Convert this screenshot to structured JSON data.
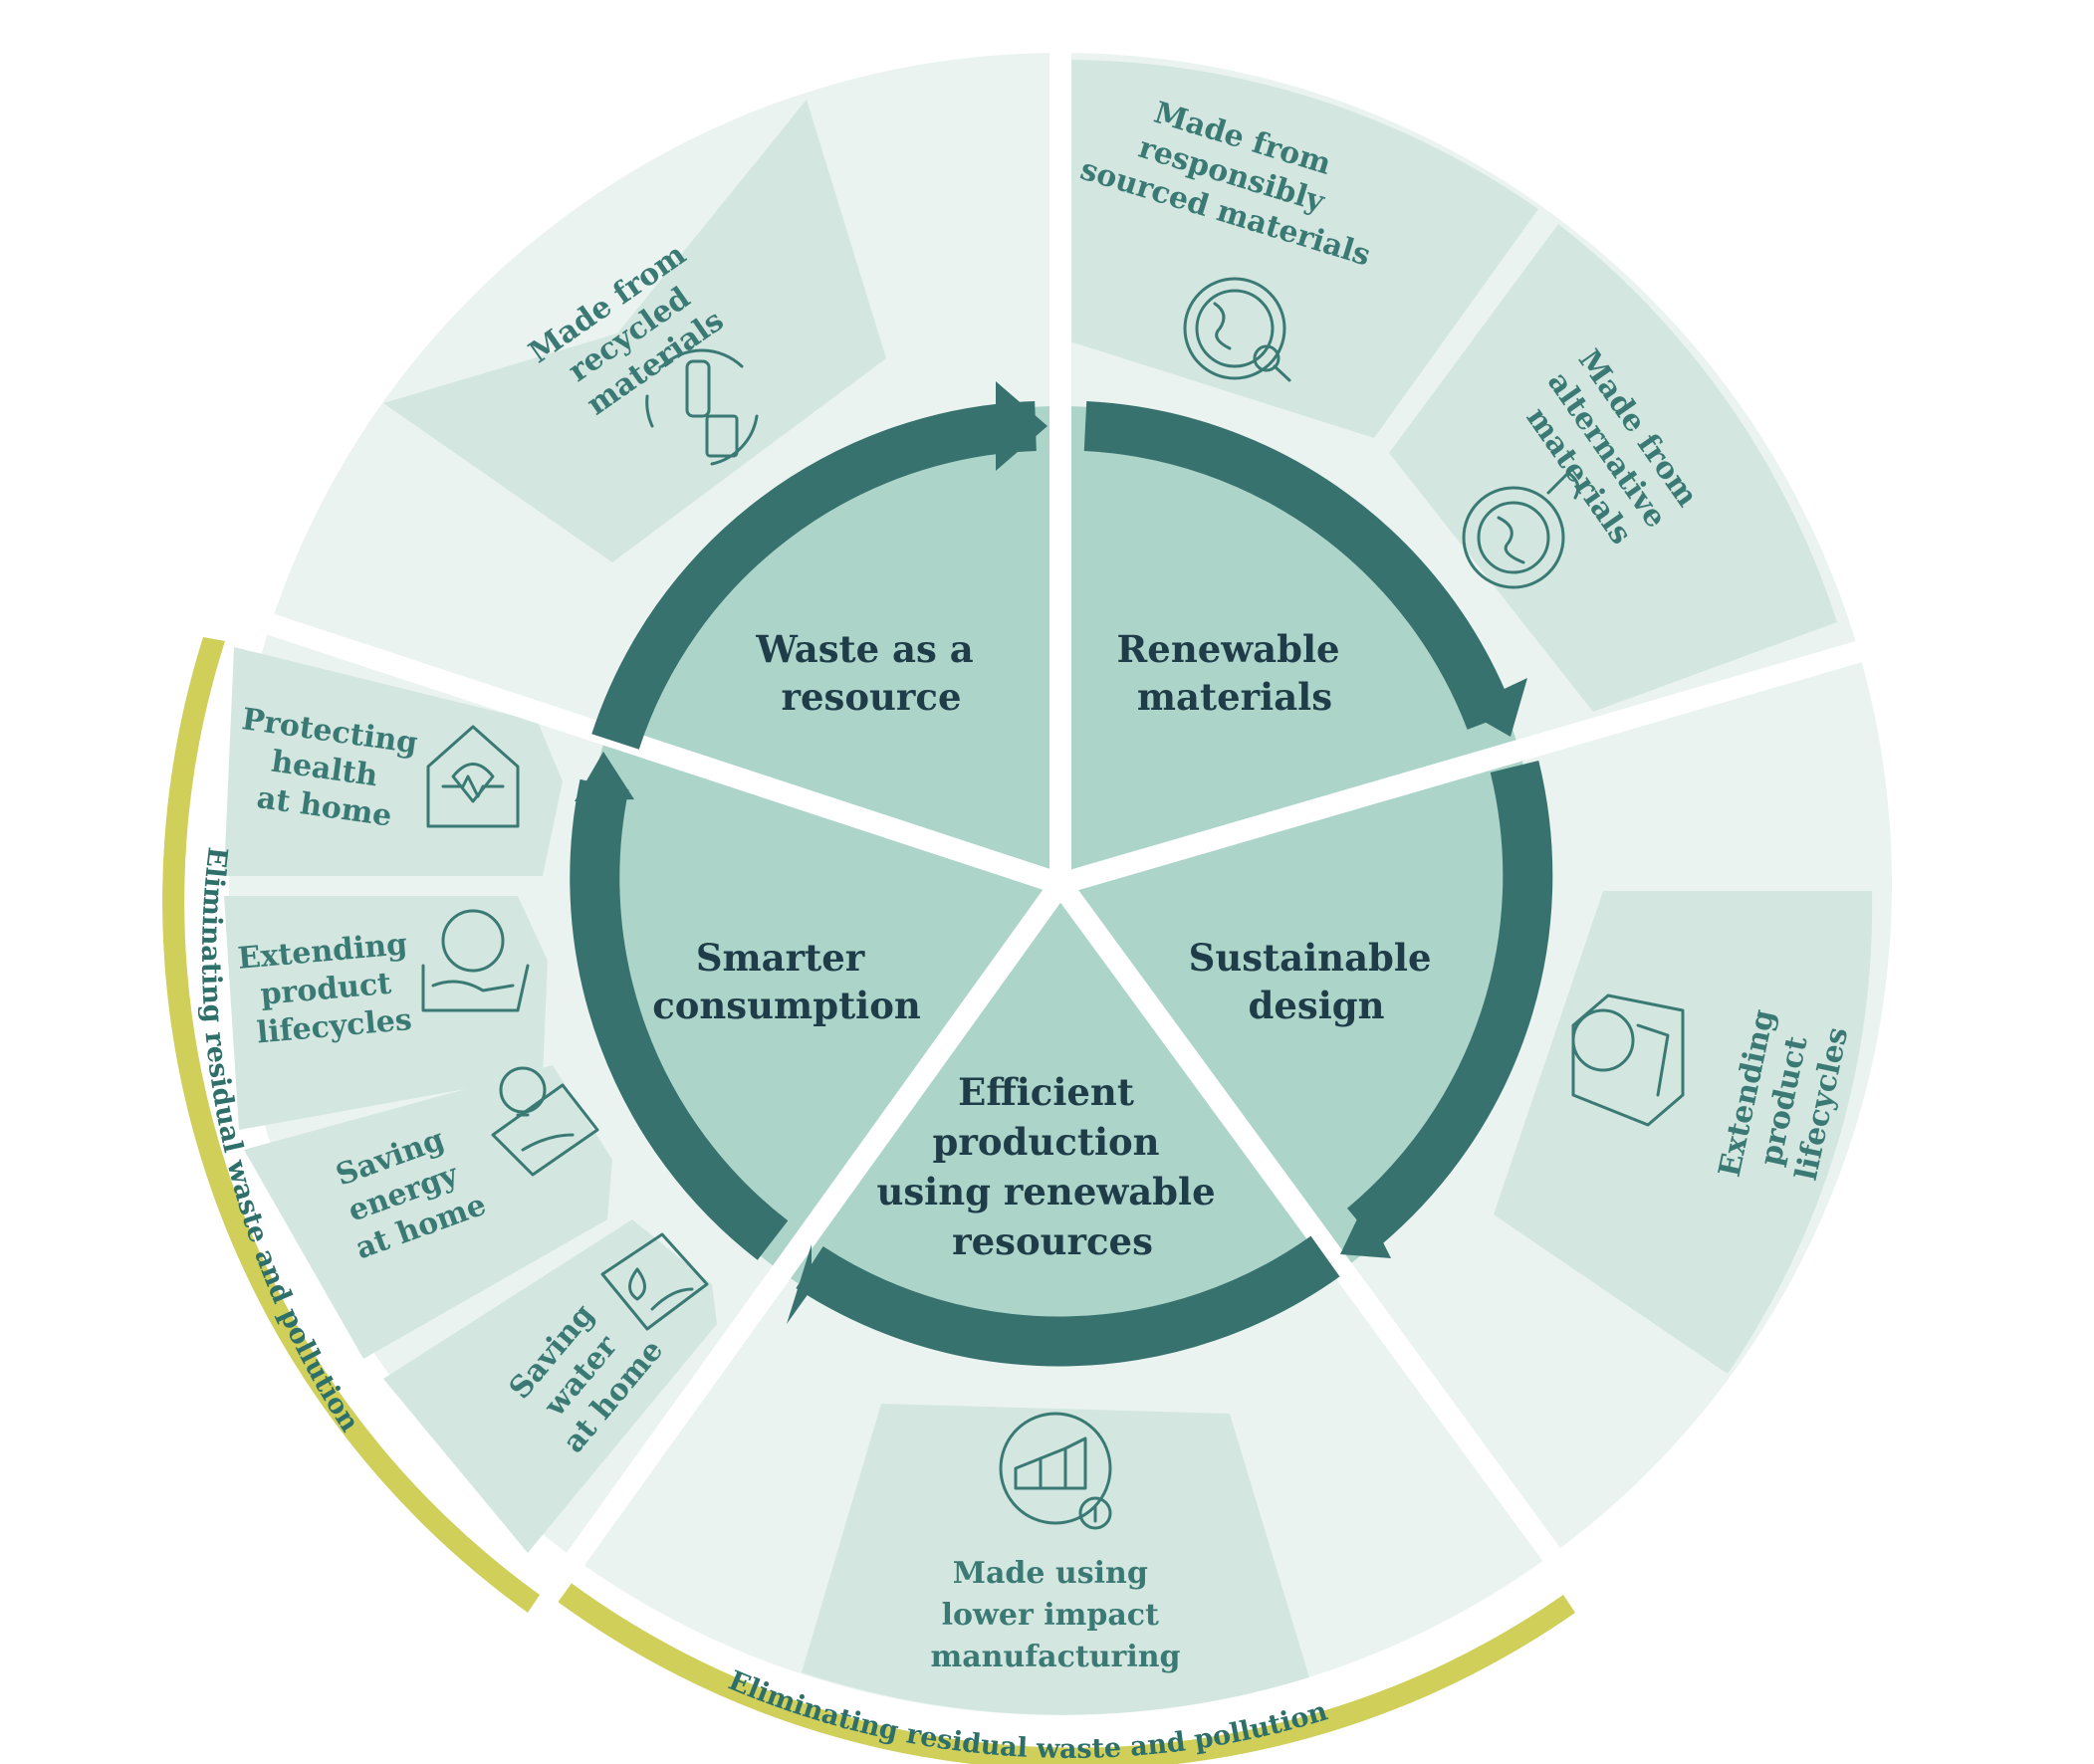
{
  "colors": {
    "outer_ring": "#eaf3f0",
    "outer_panel": "#d3e7e0",
    "hub_fill": "#acd4c9",
    "arrow": "#37726e",
    "accent_band": "#cfcf5a",
    "hub_text": "#1f3d48",
    "icon_text": "#3b7a74"
  },
  "hub_segments": [
    {
      "key": "waste",
      "lines": [
        "Waste as a",
        "resource"
      ]
    },
    {
      "key": "renewable",
      "lines": [
        "Renewable",
        "materials"
      ]
    },
    {
      "key": "sustainable",
      "lines": [
        "Sustainable",
        "design"
      ]
    },
    {
      "key": "efficient",
      "lines": [
        "Efficient",
        "production",
        "using renewable",
        "resources"
      ]
    },
    {
      "key": "smarter",
      "lines": [
        "Smarter",
        "consumption"
      ]
    }
  ],
  "outer_items": [
    {
      "key": "recycled",
      "lines": [
        "Made from",
        "recycled",
        "materials"
      ],
      "icon": "recycle-bottle-icon"
    },
    {
      "key": "responsibly",
      "lines": [
        "Made from",
        "responsibly",
        "sourced materials"
      ],
      "icon": "globe-magnifier-icon"
    },
    {
      "key": "alternative",
      "lines": [
        "Made from",
        "alternative",
        "materials"
      ],
      "icon": "globe-sprout-icon"
    },
    {
      "key": "extending-right",
      "lines": [
        "Extending",
        "product",
        "lifecycles"
      ],
      "icon": "globe-box-icon"
    },
    {
      "key": "manufacturing",
      "lines": [
        "Made using",
        "lower impact",
        "manufacturing"
      ],
      "icon": "factory-icon"
    },
    {
      "key": "protecting",
      "lines": [
        "Protecting",
        "health",
        "at home"
      ],
      "icon": "house-heart-icon"
    },
    {
      "key": "extending-left",
      "lines": [
        "Extending",
        "product",
        "lifecycles"
      ],
      "icon": "globe-hand-icon"
    },
    {
      "key": "energy",
      "lines": [
        "Saving",
        "energy",
        "at home"
      ],
      "icon": "bulb-hand-icon"
    },
    {
      "key": "water",
      "lines": [
        "Saving",
        "water",
        "at home"
      ],
      "icon": "water-hand-icon"
    }
  ],
  "bands": [
    {
      "key": "left",
      "text": "Eliminating residual waste and pollution"
    },
    {
      "key": "bottom",
      "text": "Eliminating residual waste and pollution"
    }
  ]
}
